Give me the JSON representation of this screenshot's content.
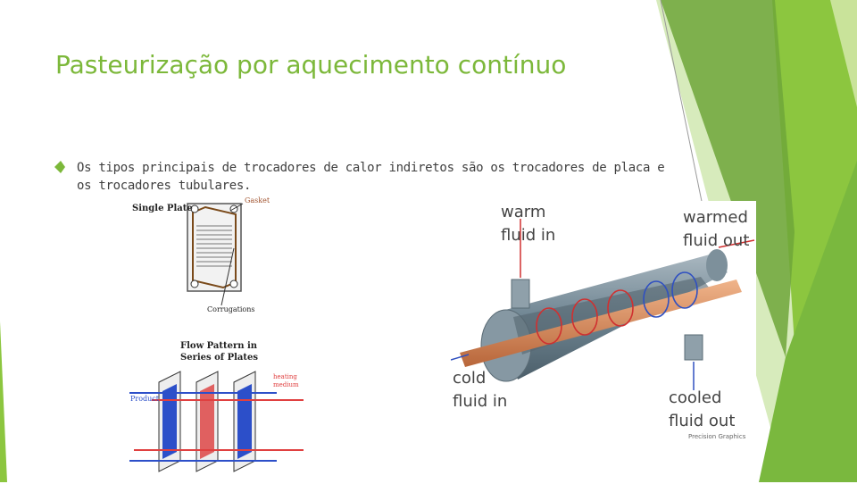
{
  "slide": {
    "title": "Pasteurização por aquecimento contínuo",
    "bullet": "Os tipos principais de trocadores de calor indiretos são os trocadores de placa e os trocadores tubulares.",
    "accent_color": "#7cb83a",
    "bullet_icon": "diamond-arrow-icon"
  },
  "plate_figure": {
    "single_plate_label": "Single Plate",
    "gasket_label": "Gasket",
    "corrugations_label": "Corrugations",
    "flow_title_line1": "Flow Pattern in",
    "flow_title_line2": "Series of Plates",
    "product_label": "Product",
    "heating_line1": "heating",
    "heating_line2": "medium"
  },
  "tube_figure": {
    "warm_in_line1": "warm",
    "warm_in_line2": "fluid in",
    "warmed_out_line1": "warmed",
    "warmed_out_line2": "fluid out",
    "cold_in_line1": "cold",
    "cold_in_line2": "fluid in",
    "cooled_out_line1": "cooled",
    "cooled_out_line2": "fluid out",
    "credit": "Precision Graphics"
  }
}
